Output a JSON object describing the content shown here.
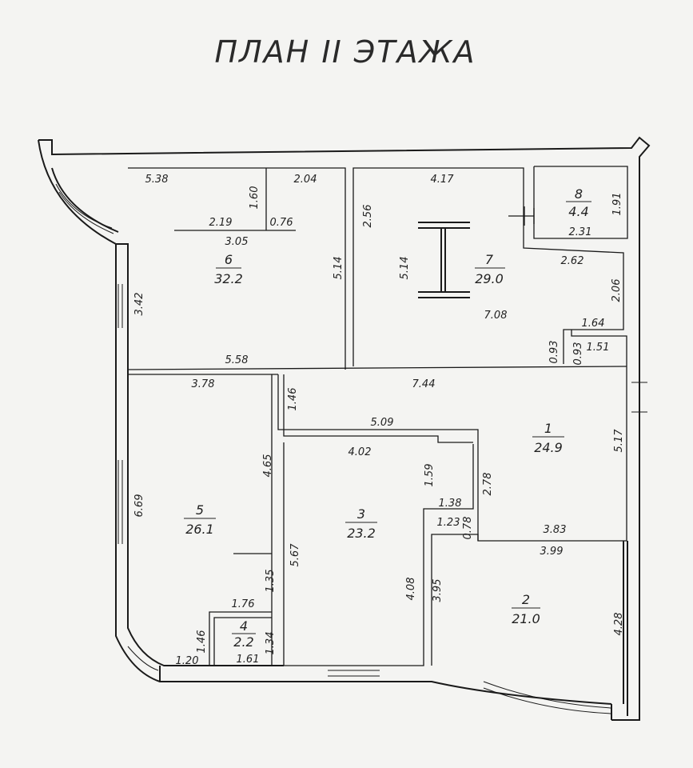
{
  "title": "ПЛАН II   ЭТАЖА",
  "rooms": [
    {
      "num": "1",
      "area": "24.9"
    },
    {
      "num": "2",
      "area": "21.0"
    },
    {
      "num": "3",
      "area": "23.2"
    },
    {
      "num": "4",
      "area": "2.2"
    },
    {
      "num": "5",
      "area": "26.1"
    },
    {
      "num": "6",
      "area": "32.2"
    },
    {
      "num": "7",
      "area": "29.0"
    },
    {
      "num": "8",
      "area": "4.4"
    }
  ],
  "dims": {
    "r6_top": "5.38",
    "r6_top_right": "2.04",
    "r6_niche": "1.60",
    "r6_shelf_left": "2.19",
    "r6_shelf_right": "0.76",
    "r6_under_shelf": "3.05",
    "r6_right": "5.14",
    "r6_left": "3.42",
    "r6_bottom": "5.58",
    "r7_top": "4.17",
    "r7_left_top": "2.56",
    "r7_left": "5.14",
    "r7_mid": "2.62",
    "r7_right": "2.06",
    "r7_bottom": "7.08",
    "r7_step": "1.64",
    "r7_step_h": "0.93",
    "r8_right": "1.91",
    "r8_bottom": "2.31",
    "r1_step_h": "0.93",
    "r1_top_right": "1.51",
    "r1_top": "7.44",
    "r1_left_step": "1.46",
    "r1_inner": "5.09",
    "r1_right": "5.17",
    "r1_inner_v": "2.78",
    "r1_bottom": "3.83",
    "r5_top": "3.78",
    "r5_right": "4.65",
    "r5_left": "6.69",
    "r5_right_low": "1.35",
    "r3_top": "4.02",
    "r3_left": "5.67",
    "r3_notch_v": "1.59",
    "r3_notch_h": "1.38",
    "r3_right": "4.08",
    "r2_notch_h": "1.23",
    "r2_notch_v": "0.78",
    "r2_top": "3.99",
    "r2_left": "3.95",
    "r2_right": "4.28",
    "r4_top": "1.76",
    "r4_left": "1.46",
    "r4_right": "1.34",
    "r4_bottom": "1.61",
    "r4_corner": "1.20"
  }
}
